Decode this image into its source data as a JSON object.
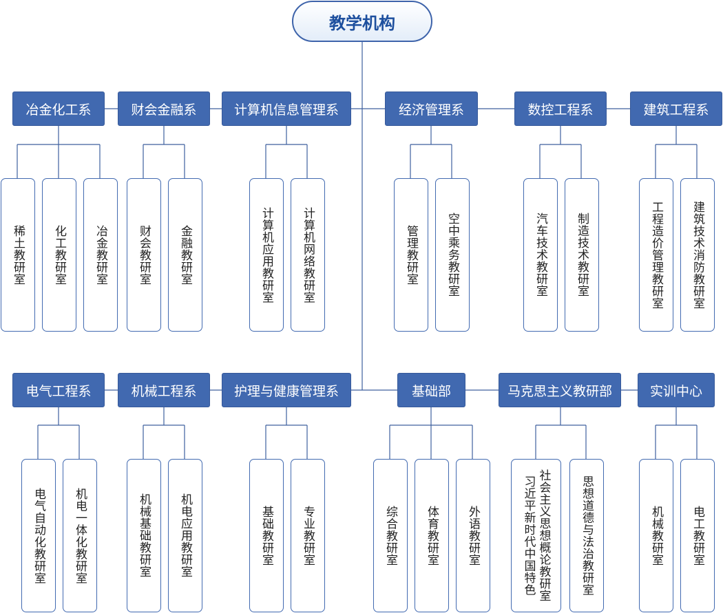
{
  "root": {
    "title": "教学机构"
  },
  "departments": {
    "d1": {
      "name": "冶金化工系",
      "offices": [
        "稀土教研室",
        "化工教研室",
        "冶金教研室"
      ]
    },
    "d2": {
      "name": "财会金融系",
      "offices": [
        "财会教研室",
        "金融教研室"
      ]
    },
    "d3": {
      "name": "计算机信息管理系",
      "offices": [
        "计算机应用教研室",
        "计算机网络教研室"
      ]
    },
    "d4": {
      "name": "经济管理系",
      "offices": [
        "管理教研室",
        "空中乘务教研室"
      ]
    },
    "d5": {
      "name": "数控工程系",
      "offices": [
        "汽车技术教研室",
        "制造技术教研室"
      ]
    },
    "d6": {
      "name": "建筑工程系",
      "offices": [
        "工程造价管理教研室",
        "建筑技术消防教研室"
      ]
    },
    "d7": {
      "name": "电气工程系",
      "offices": [
        "电气自动化教研室",
        "机电一体化教研室"
      ]
    },
    "d8": {
      "name": "机械工程系",
      "offices": [
        "机械基础教研室",
        "机电应用教研室"
      ]
    },
    "d9": {
      "name": "护理与健康管理系",
      "offices": [
        "基础教研室",
        "专业教研室"
      ]
    },
    "d10": {
      "name": "基础部",
      "offices": [
        "综合教研室",
        "体育教研室",
        "外语教研室"
      ]
    },
    "d11": {
      "name": "马克思主义教研部",
      "offices": [
        [
          "社会主义思想概论教研室",
          "习近平新时代中国特色"
        ],
        "思想道德与法治教研室"
      ]
    },
    "d12": {
      "name": "实训中心",
      "offices": [
        "机械教研室",
        "电工教研室"
      ]
    }
  },
  "colors": {
    "accent": "#4169b0",
    "line": "#3d5f9e",
    "root_border": "#3d63aa",
    "root_text": "#1d4f9e"
  }
}
